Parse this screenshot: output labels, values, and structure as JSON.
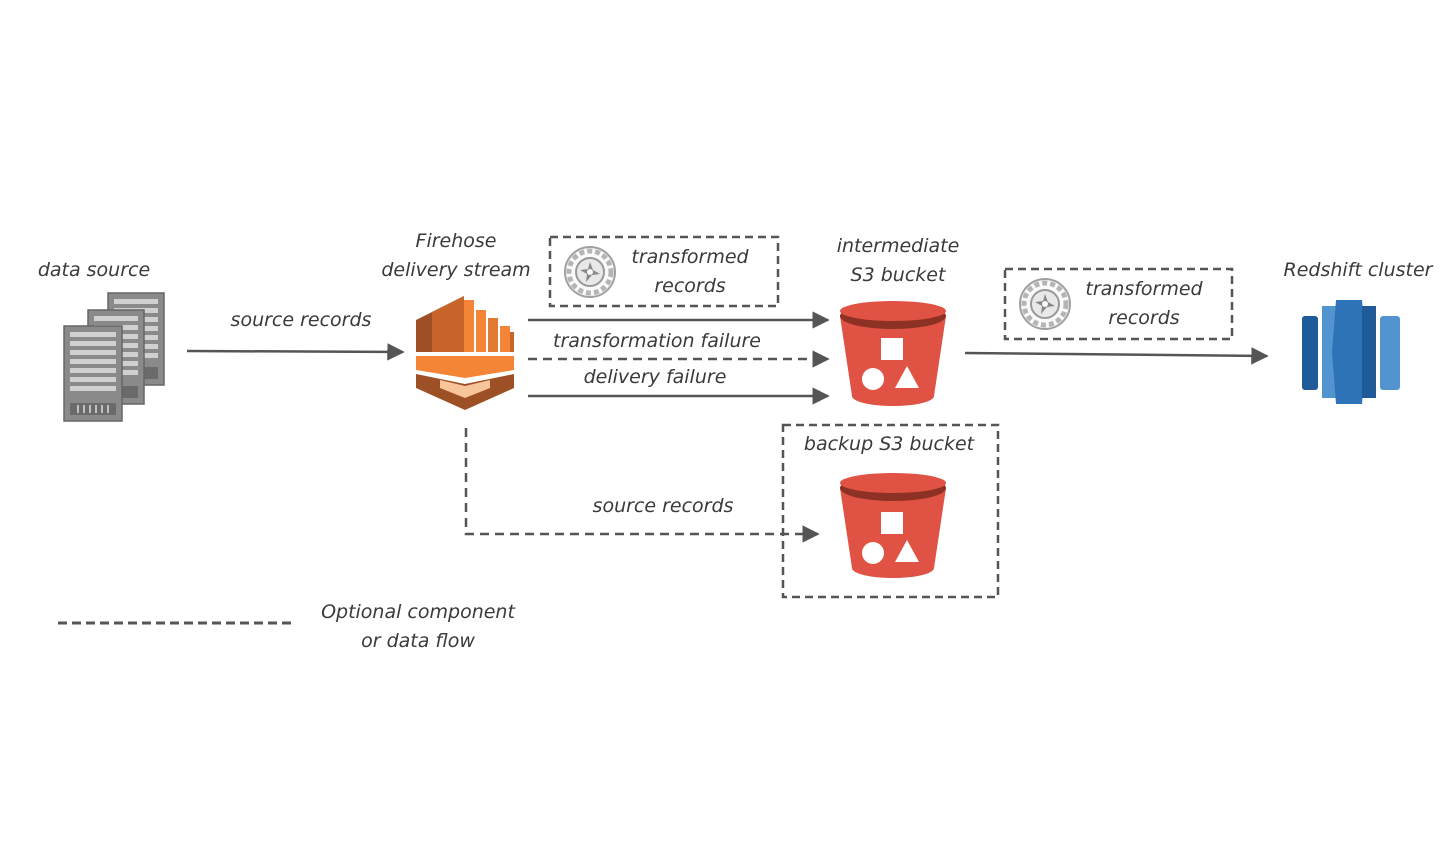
{
  "nodes": {
    "data_source": {
      "label": "data source",
      "icon": "server-stack-icon"
    },
    "firehose": {
      "label_line1": "Firehose",
      "label_line2": "delivery stream",
      "icon": "kinesis-firehose-icon"
    },
    "transform_1": {
      "line1": "transformed",
      "line2": "records",
      "icon": "lambda-gear-icon"
    },
    "intermediate_s3": {
      "label_line1": "intermediate",
      "label_line2": "S3 bucket",
      "icon": "s3-bucket-icon"
    },
    "transform_2": {
      "line1": "transformed",
      "line2": "records",
      "icon": "lambda-gear-icon"
    },
    "redshift": {
      "label": "Redshift cluster",
      "icon": "redshift-cluster-icon"
    },
    "backup_s3": {
      "label": "backup S3 bucket",
      "icon": "s3-bucket-icon"
    }
  },
  "edges": {
    "source_records": "source records",
    "transformation_failure": "transformation failure",
    "delivery_failure": "delivery failure",
    "backup_source_records": "source records"
  },
  "legend": {
    "line1": "Optional component",
    "line2": "or data flow"
  },
  "colors": {
    "line": "#555555",
    "s3_red": "#e05243",
    "s3_dark": "#8c3123",
    "firehose_orange": "#f58536",
    "firehose_dark": "#9d5025",
    "redshift_blue": "#2e73b8",
    "redshift_light": "#5294cf",
    "redshift_dark": "#205b99",
    "server_gray": "#7a7a7a",
    "gear_gray": "#9a9a9a"
  }
}
